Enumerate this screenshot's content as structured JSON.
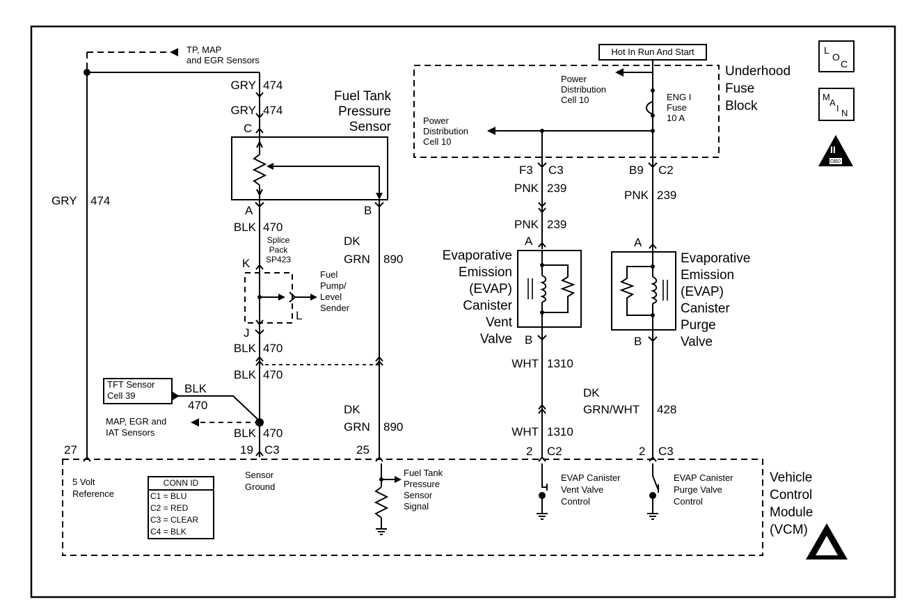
{
  "labels": {
    "tp_map_egr": [
      "TP, MAP",
      "and EGR Sensors"
    ],
    "gry474_a": [
      "GRY",
      "474"
    ],
    "gry474_b": [
      "GRY",
      "474"
    ],
    "gry474_left": [
      "GRY",
      "474"
    ],
    "pin_c": "C",
    "fuel_tank_sensor_title": [
      "Fuel Tank",
      "Pressure",
      "Sensor"
    ],
    "pin_a_sensor": "A",
    "pin_b_sensor": "B",
    "blk470_a": [
      "BLK",
      "470"
    ],
    "splice_pack": [
      "Splice",
      "Pack",
      "SP423"
    ],
    "pin_k": "K",
    "pin_j": "J",
    "pin_l": "L",
    "fuel_pump_sender": [
      "Fuel",
      "Pump/",
      "Level",
      "Sender"
    ],
    "dk_grn_890_a": [
      "DK",
      "GRN",
      "890"
    ],
    "blk470_b": [
      "BLK",
      "470"
    ],
    "blk470_c": [
      "BLK",
      "470"
    ],
    "tft_sensor": [
      "TFT Sensor",
      "Cell 39"
    ],
    "blk470_tft": [
      "BLK",
      "470"
    ],
    "map_egr_iat": [
      "MAP, EGR and",
      "IAT Sensors"
    ],
    "blk470_d": [
      "BLK",
      "470"
    ],
    "pin19c3": [
      "19",
      "C3"
    ],
    "dk_grn_890_b": [
      "DK",
      "GRN",
      "890"
    ],
    "pin25": "25",
    "pin27": "27",
    "hot_in_run": "Hot In Run And Start",
    "underhood_fuse_block": [
      "Underhood",
      "Fuse",
      "Block"
    ],
    "power_dist_1": [
      "Power",
      "Distribution",
      "Cell 10"
    ],
    "power_dist_2": [
      "Power",
      "Distribution",
      "Cell 10"
    ],
    "eng_fuse": [
      "ENG I",
      "Fuse",
      "10 A"
    ],
    "f3c3": [
      "F3",
      "C3"
    ],
    "b9c2": [
      "B9",
      "C2"
    ],
    "pnk239_a": [
      "PNK",
      "239"
    ],
    "pnk239_b": [
      "PNK",
      "239"
    ],
    "pnk239_c": [
      "PNK",
      "239"
    ],
    "pin_a_vent": "A",
    "pin_a_purge": "A",
    "evap_vent_title": [
      "Evaporative",
      "Emission",
      "(EVAP)",
      "Canister",
      "Vent",
      "Valve"
    ],
    "evap_purge_title": [
      "Evaporative",
      "Emission",
      "(EVAP)",
      "Canister",
      "Purge",
      "Valve"
    ],
    "pin_b_vent": "B",
    "pin_b_purge": "B",
    "wht1310_a": [
      "WHT",
      "1310"
    ],
    "wht1310_b": [
      "WHT",
      "1310"
    ],
    "dk_grn_wht_428": [
      "DK",
      "GRN/WHT",
      "428"
    ],
    "pin2c2": [
      "2",
      "C2"
    ],
    "pin2c3": [
      "2",
      "C3"
    ],
    "five_volt_ref": [
      "5 Volt",
      "Reference"
    ],
    "sensor_ground": [
      "Sensor",
      "Ground"
    ],
    "fuel_tank_signal": [
      "Fuel Tank",
      "Pressure",
      "Sensor",
      "Signal"
    ],
    "evap_vent_control": [
      "EVAP Canister",
      "Vent Valve",
      "Control"
    ],
    "evap_purge_control": [
      "EVAP Canister",
      "Purge Valve",
      "Control"
    ],
    "vcm": [
      "Vehicle",
      "Control",
      "Module",
      "(VCM)"
    ],
    "conn_id": {
      "title": "CONN ID",
      "rows": [
        "C1 = BLU",
        "C2 = RED",
        "C3 = CLEAR",
        "C4 = BLK"
      ]
    },
    "loc_badge": [
      "L",
      "O",
      "C"
    ],
    "main_badge": [
      "M",
      "A",
      "I",
      "N"
    ],
    "obd_badge": [
      "II",
      "OBD II"
    ]
  }
}
